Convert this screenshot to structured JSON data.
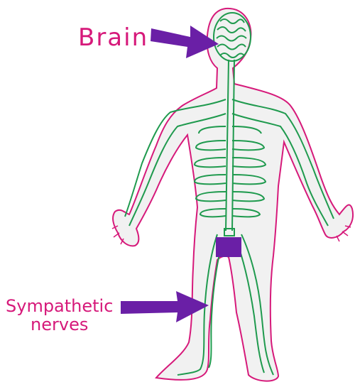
{
  "labels": {
    "brain": "Brain",
    "sympathetic_line1": "Sympathetic",
    "sympathetic_line2": "nerves"
  },
  "colors": {
    "outline": "#d6197a",
    "body_fill": "#f1f1f1",
    "nerve": "#1f9a4e",
    "arrow": "#6a1fa6",
    "label": "#d6197a"
  },
  "icons": {
    "brain_arrow": "arrow-right-icon",
    "nerves_arrow": "arrow-right-icon"
  }
}
